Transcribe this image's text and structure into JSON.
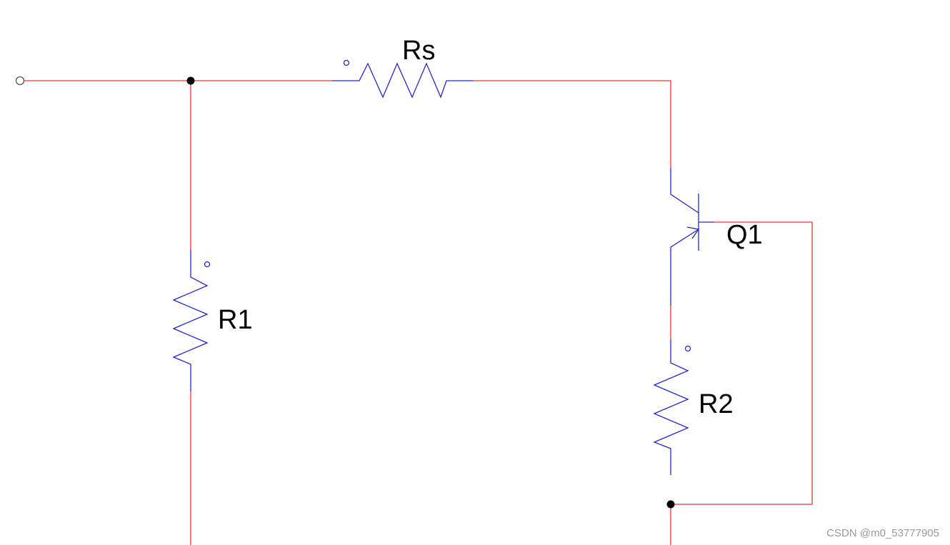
{
  "components": {
    "rs": {
      "label": "Rs"
    },
    "r1": {
      "label": "R1"
    },
    "r2": {
      "label": "R2"
    },
    "q1": {
      "label": "Q1"
    }
  },
  "watermark": "CSDN @m0_53777905",
  "colors": {
    "wire": "#e8343a",
    "component": "#2626c8",
    "junction": "#000000",
    "text": "#000000",
    "watermark": "#9a9a9a"
  }
}
